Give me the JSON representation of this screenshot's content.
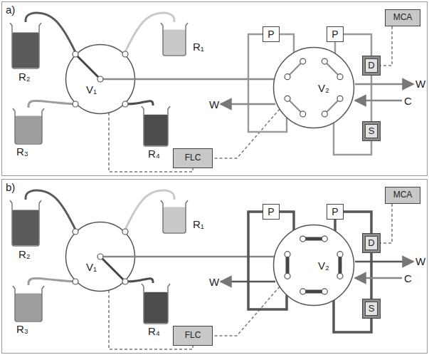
{
  "diagram": {
    "nodes": [
      {
        "text": [
          "a)"
        ]
      },
      {
        "text": [
          "R₂"
        ],
        "in": 0
      },
      {
        "text": [
          "R₁"
        ],
        "in": 0
      },
      {
        "text": [
          "V₁"
        ],
        "in": 0
      },
      {
        "text": [
          "R₃"
        ],
        "in": 0
      },
      {
        "text": [
          "R₄"
        ],
        "in": 0
      },
      {
        "text": [
          "P"
        ],
        "in": 0
      },
      {
        "text": [
          "P"
        ],
        "in": 0
      },
      {
        "text": [
          "MCA"
        ],
        "in": 0
      },
      {
        "text": [
          "D"
        ],
        "in": 0
      },
      {
        "text": [
          "V₂"
        ],
        "in": 0
      },
      {
        "text": [
          "S"
        ],
        "in": 0
      },
      {
        "text": [
          "FLC"
        ],
        "in": 0
      },
      {
        "text": [
          "b)"
        ]
      },
      {
        "text": [
          "R₂"
        ],
        "in": 13
      },
      {
        "text": [
          "R₁"
        ],
        "in": 13
      },
      {
        "text": [
          "V₁"
        ],
        "in": 13
      },
      {
        "text": [
          "R₃"
        ],
        "in": 13
      },
      {
        "text": [
          "R₄"
        ],
        "in": 13
      },
      {
        "text": [
          "P"
        ],
        "in": 13
      },
      {
        "text": [
          "P"
        ],
        "in": 13
      },
      {
        "text": [
          "MCA"
        ],
        "in": 13
      },
      {
        "text": [
          "D"
        ],
        "in": 13
      },
      {
        "text": [
          "V₂"
        ],
        "in": 13
      },
      {
        "text": [
          "S"
        ],
        "in": 13
      },
      {
        "text": [
          "FLC"
        ],
        "in": 13
      }
    ],
    "edges": [
      {
        "from": 1,
        "to": 3,
        "arrow": "none"
      },
      {
        "from": 2,
        "to": 3,
        "arrow": "none"
      },
      {
        "from": 4,
        "to": 3,
        "arrow": "none"
      },
      {
        "from": 5,
        "to": 3,
        "arrow": "none"
      },
      {
        "from": 3,
        "to": 10,
        "arrow": "none"
      },
      {
        "from": 3,
        "to": 12,
        "arrow": "none"
      },
      {
        "from": 10,
        "to": 12,
        "arrow": "none"
      },
      {
        "from": 6,
        "to": 10,
        "arrow": "none"
      },
      {
        "from": 6,
        "to": 10,
        "arrow": "none"
      },
      {
        "from": 7,
        "to": 10,
        "arrow": "none"
      },
      {
        "from": 7,
        "to": 9,
        "arrow": "none"
      },
      {
        "from": 9,
        "to": 11,
        "arrow": "none"
      },
      {
        "from": 11,
        "to": 10,
        "arrow": "none"
      },
      {
        "from": 8,
        "to": 9,
        "arrow": "none"
      },
      {
        "from": 14,
        "to": 16,
        "arrow": "none"
      },
      {
        "from": 15,
        "to": 16,
        "arrow": "none"
      },
      {
        "from": 17,
        "to": 16,
        "arrow": "none"
      },
      {
        "from": 18,
        "to": 16,
        "arrow": "none"
      },
      {
        "from": 16,
        "to": 23,
        "arrow": "none"
      },
      {
        "from": 16,
        "to": 25,
        "arrow": "none"
      },
      {
        "from": 23,
        "to": 25,
        "arrow": "none"
      },
      {
        "from": 19,
        "to": 23,
        "arrow": "none"
      },
      {
        "from": 19,
        "to": 23,
        "arrow": "none"
      },
      {
        "from": 20,
        "to": 23,
        "arrow": "none"
      },
      {
        "from": 20,
        "to": 22,
        "arrow": "none"
      },
      {
        "from": 22,
        "to": 24,
        "arrow": "none"
      },
      {
        "from": 24,
        "to": 23,
        "arrow": "none"
      },
      {
        "from": 21,
        "to": 22,
        "arrow": "none"
      }
    ],
    "labels": [
      "W",
      "W",
      "C",
      "W",
      "W",
      "C"
    ]
  }
}
